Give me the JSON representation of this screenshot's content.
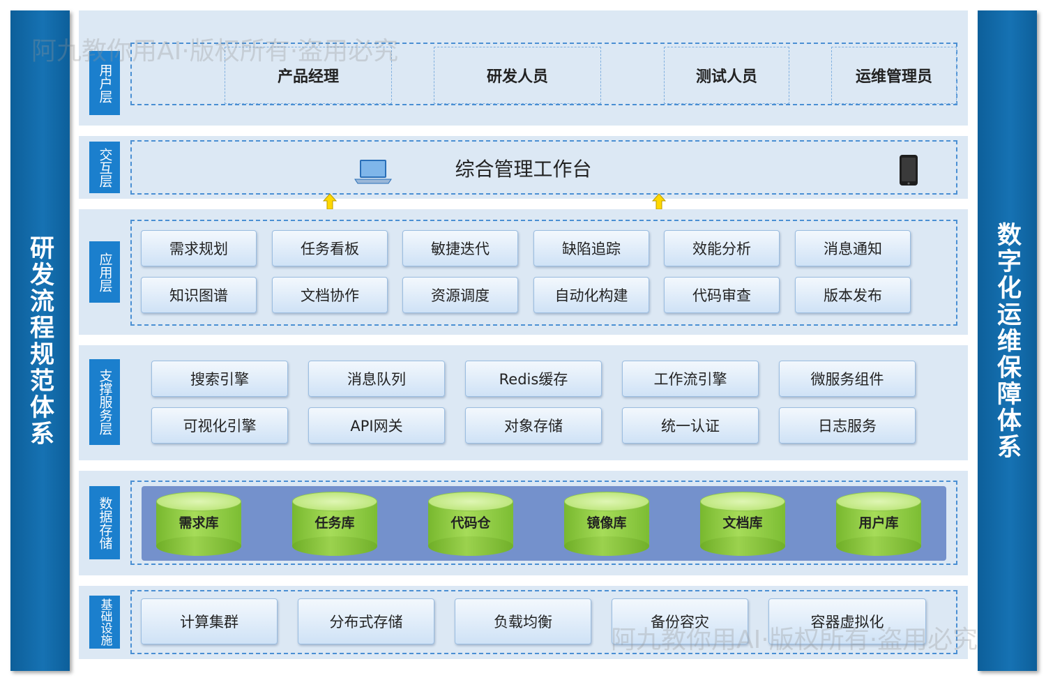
{
  "left_bar": {
    "title": "研发流程规范体系"
  },
  "right_bar": {
    "title": "数字化运维保障体系"
  },
  "layers": {
    "user": {
      "label": "用户层",
      "roles": [
        "产品经理",
        "研发人员",
        "测试人员",
        "运维管理员"
      ]
    },
    "interaction": {
      "label": "交互层",
      "title": "综合管理工作台",
      "icons": [
        "laptop-icon",
        "mobile-phone-icon"
      ]
    },
    "application": {
      "label": "应用层",
      "modules": [
        "需求规划",
        "任务看板",
        "敏捷迭代",
        "缺陷追踪",
        "效能分析",
        "消息通知",
        "知识图谱",
        "文档协作",
        "资源调度",
        "自动化构建",
        "代码审查",
        "版本发布"
      ]
    },
    "support": {
      "label": "支撑服务层",
      "services": [
        "搜索引擎",
        "消息队列",
        "Redis缓存",
        "工作流引擎",
        "微服务组件",
        "可视化引擎",
        "API网关",
        "对象存储",
        "统一认证",
        "日志服务"
      ]
    },
    "data": {
      "label": "数据存储",
      "databases": [
        "需求库",
        "任务库",
        "代码仓",
        "镜像库",
        "文档库",
        "用户库"
      ]
    },
    "infrastructure": {
      "label": "基础设施",
      "items": [
        "计算集群",
        "分布式存储",
        "负载均衡",
        "备份容灾",
        "容器虚拟化"
      ]
    }
  },
  "watermark": "阿九教你用AI·版权所有·盗用必究",
  "colors": {
    "side_bar": "#1672b3",
    "layer_label": "#1b7fcd",
    "layer_bg": "#dce8f4",
    "db_panel": "#7491cc",
    "db_green": "#a6dc59",
    "arrow": "#ffd800"
  }
}
